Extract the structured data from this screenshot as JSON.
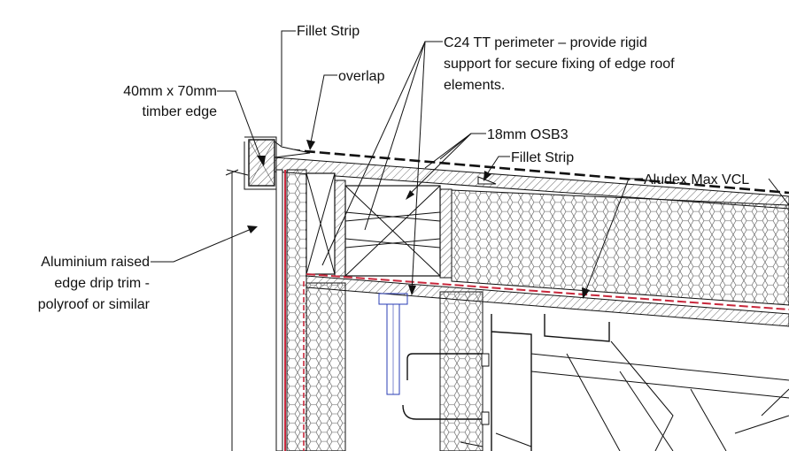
{
  "labels": {
    "fillet_strip_top": "Fillet Strip",
    "overlap": "overlap",
    "timber_edge_line1": "40mm x 70mm",
    "timber_edge_line2": "timber edge",
    "c24_line1": "C24 TT perimeter – provide rigid",
    "c24_line2": "support for secure fixing of edge roof",
    "c24_line3": "elements.",
    "osb": "18mm OSB3",
    "fillet_strip_right": "Fillet Strip",
    "vcl": "Aludex Max VCL",
    "drip_line1": "Aluminium raised",
    "drip_line2": "edge drip trim -",
    "drip_line3": "polyroof or similar"
  },
  "colors": {
    "line": "#111111",
    "vcl": "#c8283c",
    "fixing": "#2a3cb4",
    "hatch_fill": "#ffffff",
    "timber_fill": "#d8d8d8"
  }
}
